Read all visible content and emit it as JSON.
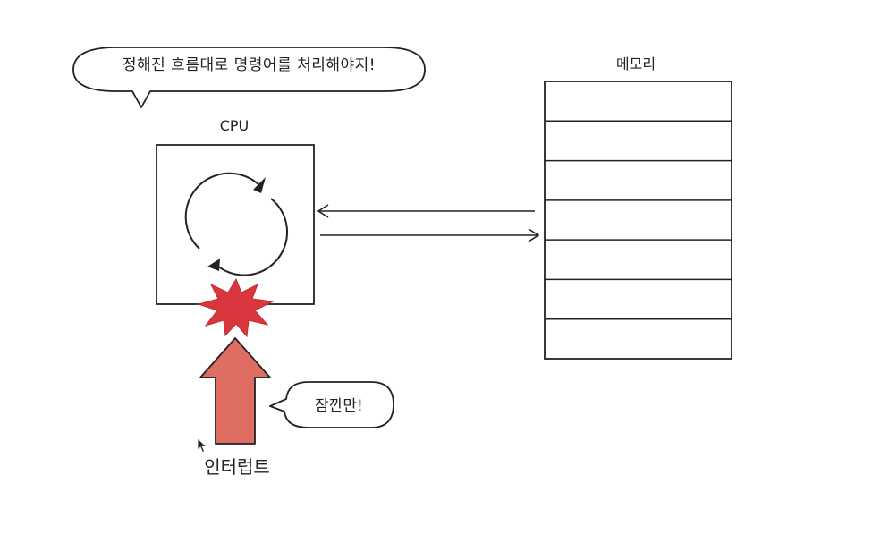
{
  "labels": {
    "speech_main": "정해진 흐름대로 명령어를 처리해야지!",
    "cpu": "CPU",
    "memory": "메모리",
    "speech_small": "잠깐만!",
    "interrupt": "인터럽트"
  },
  "memory": {
    "cells": 7
  },
  "colors": {
    "ink": "#222222",
    "burst": "#d9363e",
    "interrupt_arrow": "#df6d61",
    "background": "#ffffff"
  },
  "icons": {
    "cycle": "cycle-arrows-icon",
    "burst": "burst-icon",
    "cursor": "mouse-pointer-icon"
  }
}
